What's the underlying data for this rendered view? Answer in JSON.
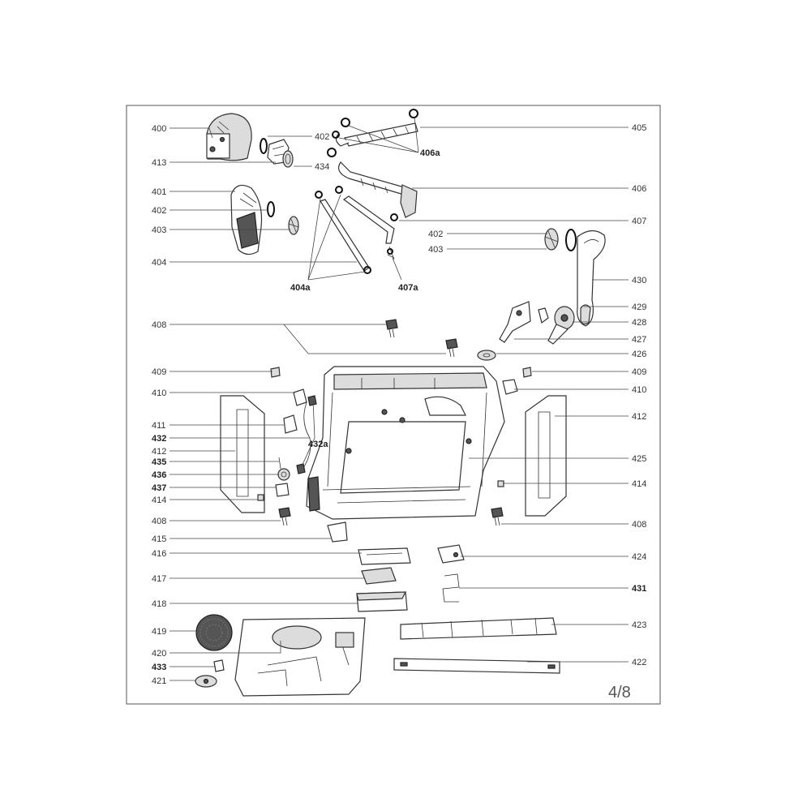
{
  "page": {
    "number": "4/8"
  },
  "labels": {
    "l400": "400",
    "l413": "413",
    "l401": "401",
    "l402a": "402",
    "l403a": "403",
    "l404": "404",
    "l402b": "402",
    "l434": "434",
    "l404a": "404a",
    "l406a": "406a",
    "l407a": "407a",
    "l405": "405",
    "l406": "406",
    "l407": "407",
    "l402c": "402",
    "l403b": "403",
    "l430": "430",
    "l429": "429",
    "l428": "428",
    "l427": "427",
    "l426": "426",
    "l408a": "408",
    "l409a": "409",
    "l410a": "410",
    "l411": "411",
    "l432": "432",
    "l412a": "412",
    "l435": "435",
    "l436": "436",
    "l437": "437",
    "l414a": "414",
    "l408b": "408",
    "l415": "415",
    "l416": "416",
    "l417": "417",
    "l418": "418",
    "l419": "419",
    "l420": "420",
    "l433": "433",
    "l421": "421",
    "l432a": "432a",
    "l409b": "409",
    "l410b": "410",
    "l412b": "412",
    "l425": "425",
    "l414b": "414",
    "l408c": "408",
    "l424": "424",
    "l431": "431",
    "l423": "423",
    "l422": "422"
  }
}
